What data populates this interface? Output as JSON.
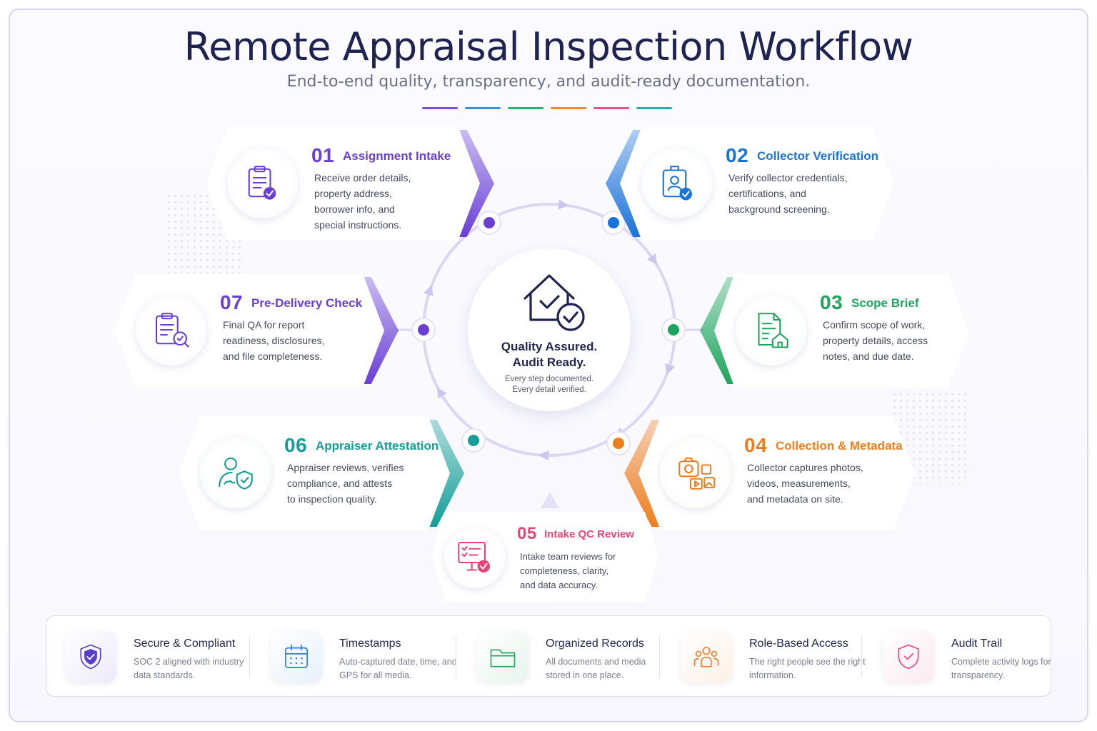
{
  "header": {
    "title": "Remote Appraisal Inspection  Workflow",
    "subtitle": "End-to-end quality, transparency, and audit-ready documentation.",
    "dash_colors": [
      "#7c4ddb",
      "#3b8fe0",
      "#27b56b",
      "#f28a2e",
      "#ea4f86",
      "#1fb3a8"
    ]
  },
  "center": {
    "line1": "Quality Assured.",
    "line2": "Audit Ready.",
    "sub1": "Every step documented.",
    "sub2": "Every detail verified."
  },
  "steps": [
    {
      "num": "01",
      "title": "Assignment Intake",
      "color": "#6a3fd6",
      "icon": "clipboard-check-icon",
      "desc": [
        "Receive order details,",
        "property address,",
        "borrower info, and",
        "special instructions."
      ]
    },
    {
      "num": "02",
      "title": "Collector Verification",
      "color": "#1a73d9",
      "icon": "id-badge-check-icon",
      "desc": [
        "Verify collector credentials,",
        "certifications, and",
        "background screening."
      ]
    },
    {
      "num": "03",
      "title": "Scope Brief",
      "color": "#1ea55d",
      "icon": "document-house-icon",
      "desc": [
        "Confirm scope of work,",
        "property details, access",
        "notes, and due date."
      ]
    },
    {
      "num": "04",
      "title": "Collection & Metadata",
      "color": "#ee7d1e",
      "icon": "camera-media-icon",
      "desc": [
        "Collector captures photos,",
        "videos, measurements,",
        "and metadata on site."
      ]
    },
    {
      "num": "05",
      "title": "Intake QC Review",
      "color": "#e6457a",
      "icon": "monitor-checklist-icon",
      "desc": [
        "Intake team reviews for",
        "completeness, clarity,",
        "and data accuracy."
      ]
    },
    {
      "num": "06",
      "title": "Appraiser Attestation",
      "color": "#149e97",
      "icon": "person-shield-icon",
      "desc": [
        "Appraiser reviews, verifies",
        "compliance, and attests",
        "to inspection quality."
      ]
    },
    {
      "num": "07",
      "title": "Pre-Delivery Check",
      "color": "#6a3fd6",
      "icon": "clipboard-search-icon",
      "desc": [
        "Final QA for report",
        "readiness, disclosures,",
        "and file completeness."
      ]
    }
  ],
  "features": [
    {
      "title": "Secure & Compliant",
      "desc": "SOC 2 aligned with industry data standards.",
      "color": "#5b3fc9",
      "icon": "shield-check-icon"
    },
    {
      "title": "Timestamps",
      "desc": "Auto-captured date, time, and GPS for all media.",
      "color": "#2c7fd6",
      "icon": "calendar-icon"
    },
    {
      "title": "Organized Records",
      "desc": "All documents and media stored in one place.",
      "color": "#27a863",
      "icon": "folder-icon"
    },
    {
      "title": "Role-Based Access",
      "desc": "The right people see the right information.",
      "color": "#ef7f2a",
      "icon": "people-icon"
    },
    {
      "title": "Audit Trail",
      "desc": "Complete activity logs for transparency.",
      "color": "#e4497b",
      "icon": "shield-audit-icon"
    }
  ]
}
